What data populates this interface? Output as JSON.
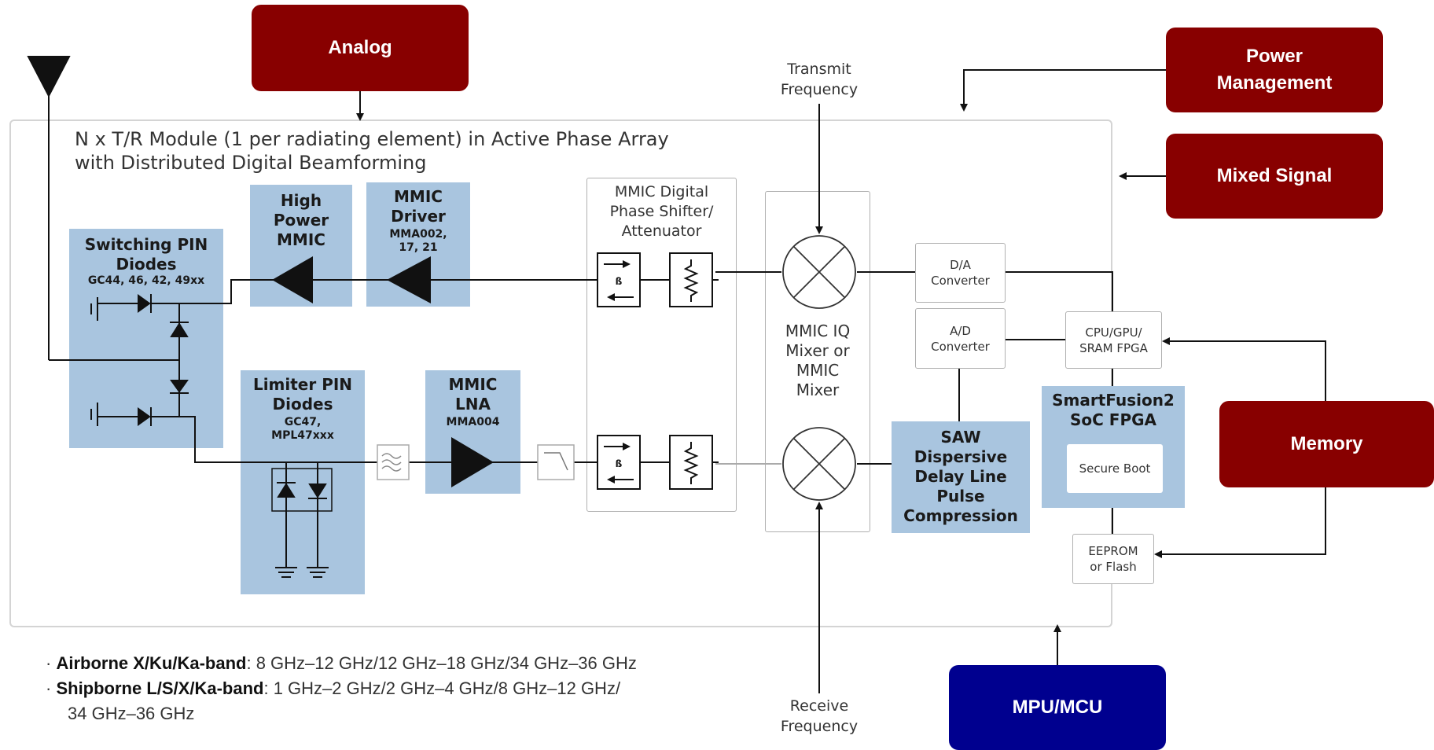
{
  "external_blocks": {
    "analog": "Analog",
    "power": "Power\nManagement",
    "mixed_signal": "Mixed Signal",
    "memory": "Memory",
    "mpu": "MPU/MCU"
  },
  "module_caption": "N x T/R Module (1 per radiating element) in Active Phase Array\nwith Distributed Digital Beamforming",
  "blocks": {
    "switching_pin": {
      "title": "Switching PIN\nDiodes",
      "parts": "GC44, 46, 42, 49xx"
    },
    "high_power": {
      "title": "High\nPower\nMMIC"
    },
    "mmic_driver": {
      "title": "MMIC\nDriver",
      "parts": "MMA002,\n17, 21"
    },
    "limiter_pin": {
      "title": "Limiter PIN\nDiodes",
      "parts": "GC47,\nMPL47xxx"
    },
    "mmic_lna": {
      "title": "MMIC\nLNA",
      "parts": "MMA004"
    },
    "phase_shifter": {
      "title": "MMIC Digital\nPhase Shifter/\nAttenuator"
    },
    "iq_mixer": {
      "title": "MMIC IQ\nMixer or\nMMIC\nMixer"
    },
    "da_converter": {
      "title": "D/A\nConverter"
    },
    "ad_converter": {
      "title": "A/D\nConverter"
    },
    "cpu": {
      "title": "CPU/GPU/\nSRAM FPGA"
    },
    "smartfusion": {
      "title": "SmartFusion2\nSoC FPGA",
      "inner": "Secure Boot"
    },
    "saw": {
      "title": "SAW\nDispersive\nDelay Line\nPulse\nCompression"
    },
    "eeprom": {
      "title": "EEPROM\nor Flash"
    }
  },
  "signals": {
    "transmit": "Transmit\nFrequency",
    "receive": "Receive\nFrequency"
  },
  "bullets": [
    {
      "label": "Airborne X/Ku/Ka-band",
      "text": ": 8 GHz–12 GHz/12 GHz–18 GHz/34 GHz–36 GHz"
    },
    {
      "label": "Shipborne L/S/X/Ka-band",
      "text": ": 1 GHz–2 GHz/2 GHz–4 GHz/8 GHz–12 GHz/"
    },
    {
      "label": "",
      "text": "34 GHz–36 GHz"
    }
  ],
  "colors": {
    "external_red": "#880000",
    "external_blue": "#00008f",
    "component_blue": "#a9c5df"
  }
}
